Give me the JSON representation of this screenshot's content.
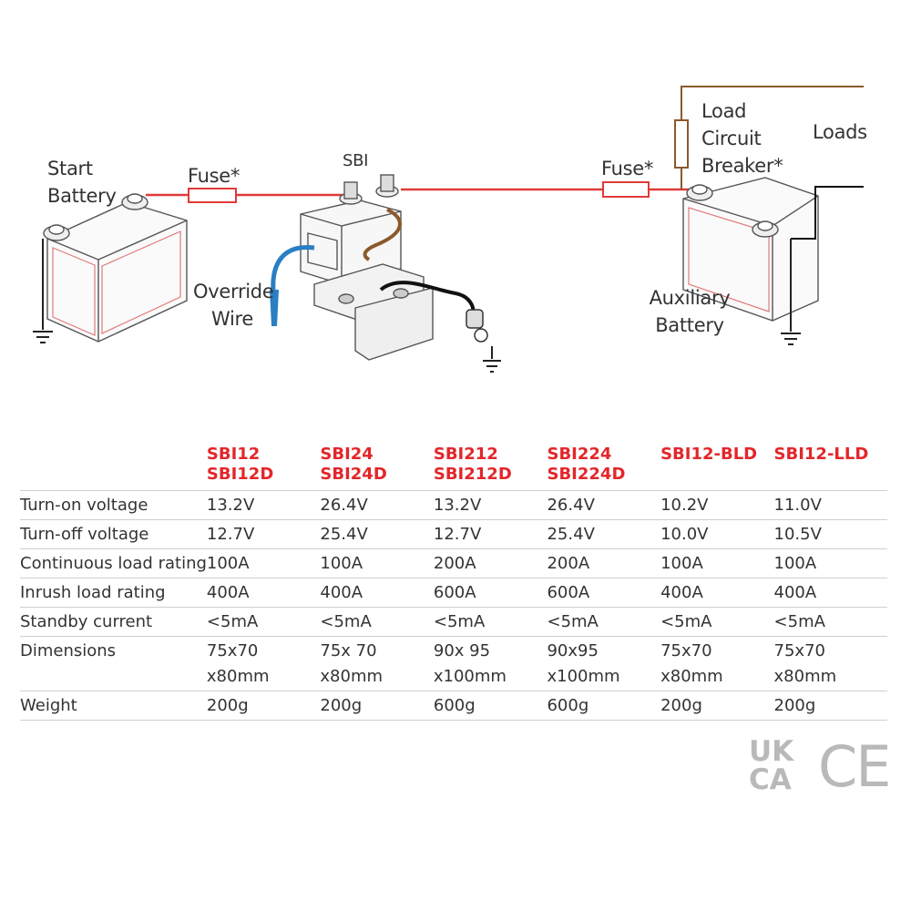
{
  "diagram": {
    "start_battery": "Start\nBattery",
    "fuse_left": "Fuse*",
    "sbi": "SBI",
    "fuse_right": "Fuse*",
    "load_circuit_breaker": "Load\nCircuit\nBreaker*",
    "loads": "Loads",
    "override_wire": "Override\nWire",
    "auxiliary_battery": "Auxiliary\nBattery"
  },
  "table": {
    "headers": [
      {
        "line1": "SBI12",
        "line2": "SBI12D"
      },
      {
        "line1": "SBI24",
        "line2": "SBI24D"
      },
      {
        "line1": "SBI212",
        "line2": "SBI212D"
      },
      {
        "line1": "SBI224",
        "line2": "SBI224D"
      },
      {
        "line1": "SBI12-BLD",
        "line2": ""
      },
      {
        "line1": "SBI12-LLD",
        "line2": ""
      }
    ],
    "rows": [
      {
        "label": "Turn-on voltage",
        "values": [
          "13.2V",
          "26.4V",
          "13.2V",
          "26.4V",
          "10.2V",
          "11.0V"
        ]
      },
      {
        "label": "Turn-off voltage",
        "values": [
          "12.7V",
          "25.4V",
          "12.7V",
          "25.4V",
          "10.0V",
          "10.5V"
        ]
      },
      {
        "label": "Continuous load rating",
        "values": [
          "100A",
          "100A",
          "200A",
          "200A",
          "100A",
          "100A"
        ]
      },
      {
        "label": "Inrush load rating",
        "values": [
          "400A",
          "400A",
          "600A",
          "600A",
          "400A",
          "400A"
        ]
      },
      {
        "label": "Standby current",
        "values": [
          "<5mA",
          "<5mA",
          "<5mA",
          "<5mA",
          "<5mA",
          "<5mA"
        ]
      },
      {
        "label": "Dimensions",
        "values": [
          "75x70\nx80mm",
          "75x 70\nx80mm",
          "90x 95\nx100mm",
          "90x95\nx100mm",
          "75x70\nx80mm",
          "75x70\nx80mm"
        ]
      },
      {
        "label": "Weight",
        "values": [
          "200g",
          "200g",
          "600g",
          "600g",
          "200g",
          "200g"
        ]
      }
    ]
  },
  "certifications": {
    "ukca_line1": "UK",
    "ukca_line2": "CA",
    "ce": "CE"
  },
  "colors": {
    "header_red": "#e3262a",
    "wire_red": "#e03a3a",
    "wire_brown": "#8b5a2b",
    "wire_blue": "#2a7fc4",
    "text_gray": "#333333",
    "cert_gray": "#b9b9b9"
  }
}
